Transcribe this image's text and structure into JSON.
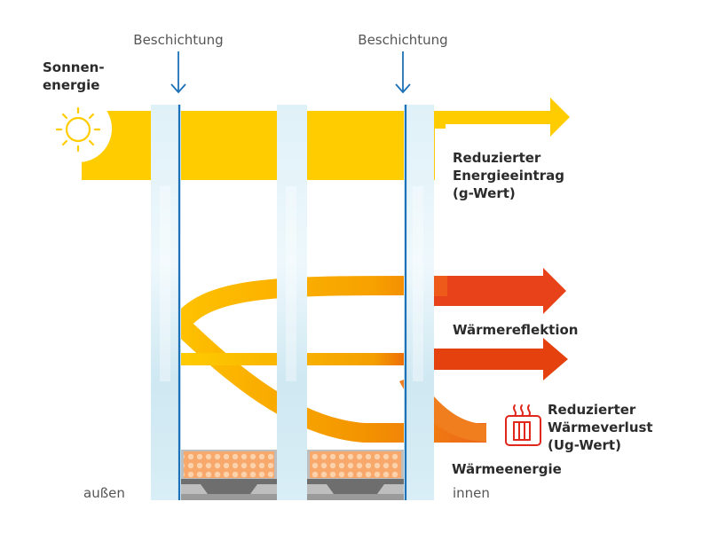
{
  "labels": {
    "coating_left": "Beschichtung",
    "coating_right": "Beschichtung",
    "solar_line1": "Sonnen-",
    "solar_line2": "energie",
    "energy_line1": "Reduzierter",
    "energy_line2": "Energieeintrag",
    "energy_line3": "(g-Wert)",
    "reflection": "Wärmereflektion",
    "loss_line1": "Reduzierter",
    "loss_line2": "Wärmeverlust",
    "loss_line3": "(Ug-Wert)",
    "heat": "Wärmeenergie",
    "outside": "außen",
    "inside": "innen"
  },
  "icons": {
    "sun": "sun-icon",
    "radiator": "radiator-icon"
  },
  "colors": {
    "solar_yellow": "#FFCC00",
    "heat_orange": "#F39200",
    "heat_red": "#E53212",
    "coating_blue": "#1D71B8",
    "glass": "#D6EDF5",
    "label_gray": "#555555",
    "text_dark": "#2B2B2B"
  }
}
